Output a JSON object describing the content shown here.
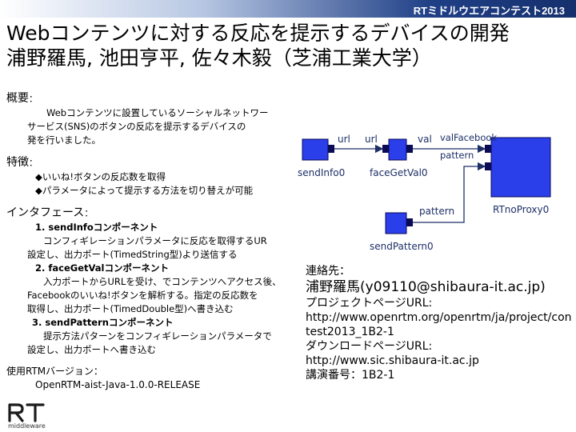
{
  "header": {
    "event_title": "RTミドルウエアコンテスト2013"
  },
  "title": {
    "line1": "Webコンテンツに対する反応を提示するデバイスの開発",
    "line2": "浦野羅馬, 池田亨平, 佐々木毅（芝浦工業大学）"
  },
  "overview": {
    "heading": "概要",
    "lines": [
      "Webコンテンツに設置しているソーシャルネットワー",
      "サービス(SNS)のボタンの反応を提示するデバイスの",
      "発を行いました。"
    ]
  },
  "features": {
    "heading": "特徴",
    "items": [
      "◆いいね!ボタンの反応数を取得",
      "◆パラメータによって提示する方法を切り替えが可能"
    ]
  },
  "interface": {
    "heading": "インタフェース",
    "components": [
      {
        "title": "1. sendInfoコンポーネント",
        "lines": [
          "コンフィギレーションパラメータに反応を取得するUR",
          "設定し、出力ポート(TimedString型)より送信する"
        ]
      },
      {
        "title": "2. faceGetValコンポーネント",
        "lines": [
          "入力ポートからURLを受け、でコンテンツへアクセス後、",
          "Facebookのいいね!ボタンを解析する。指定の反応数を",
          "取得し、出力ポート(TimedDouble型)へ書き込む"
        ]
      },
      {
        "title": "3. sendPatternコンポーネント",
        "lines": [
          "提示方法パターンをコンフィギレーションパラメータで",
          "設定し、出力ポートへ書き込む"
        ]
      }
    ]
  },
  "rtm": {
    "heading": "使用RTMバージョン",
    "value": "OpenRTM-aist-Java-1.0.0-RELEASE"
  },
  "contact": {
    "heading": "連絡先",
    "name_email": "浦野羅馬(y09110@shibaura-it.ac.jp)",
    "project_label": "プロジェクトページURL:",
    "project_url": "http://www.openrtm.org/openrtm/ja/project/contest2013_1B2-1",
    "download_label": "ダウンロードページURL:",
    "download_url": "http://www.sic.shibaura-it.ac.jp",
    "lecture_label": "講演番号",
    "lecture_number": "1B2-1"
  },
  "diagram": {
    "components": [
      "sendInfo0",
      "faceGetVal0",
      "RTnoProxy0",
      "sendPattern0"
    ],
    "ports": [
      "url",
      "url",
      "val",
      "valFacebook",
      "pattern",
      "pattern"
    ],
    "colors": {
      "component": "#2a3eea",
      "connector": "#1d2f66",
      "port": "#0a0a55"
    }
  },
  "logo": {
    "mark": "RT",
    "text": "middleware"
  }
}
